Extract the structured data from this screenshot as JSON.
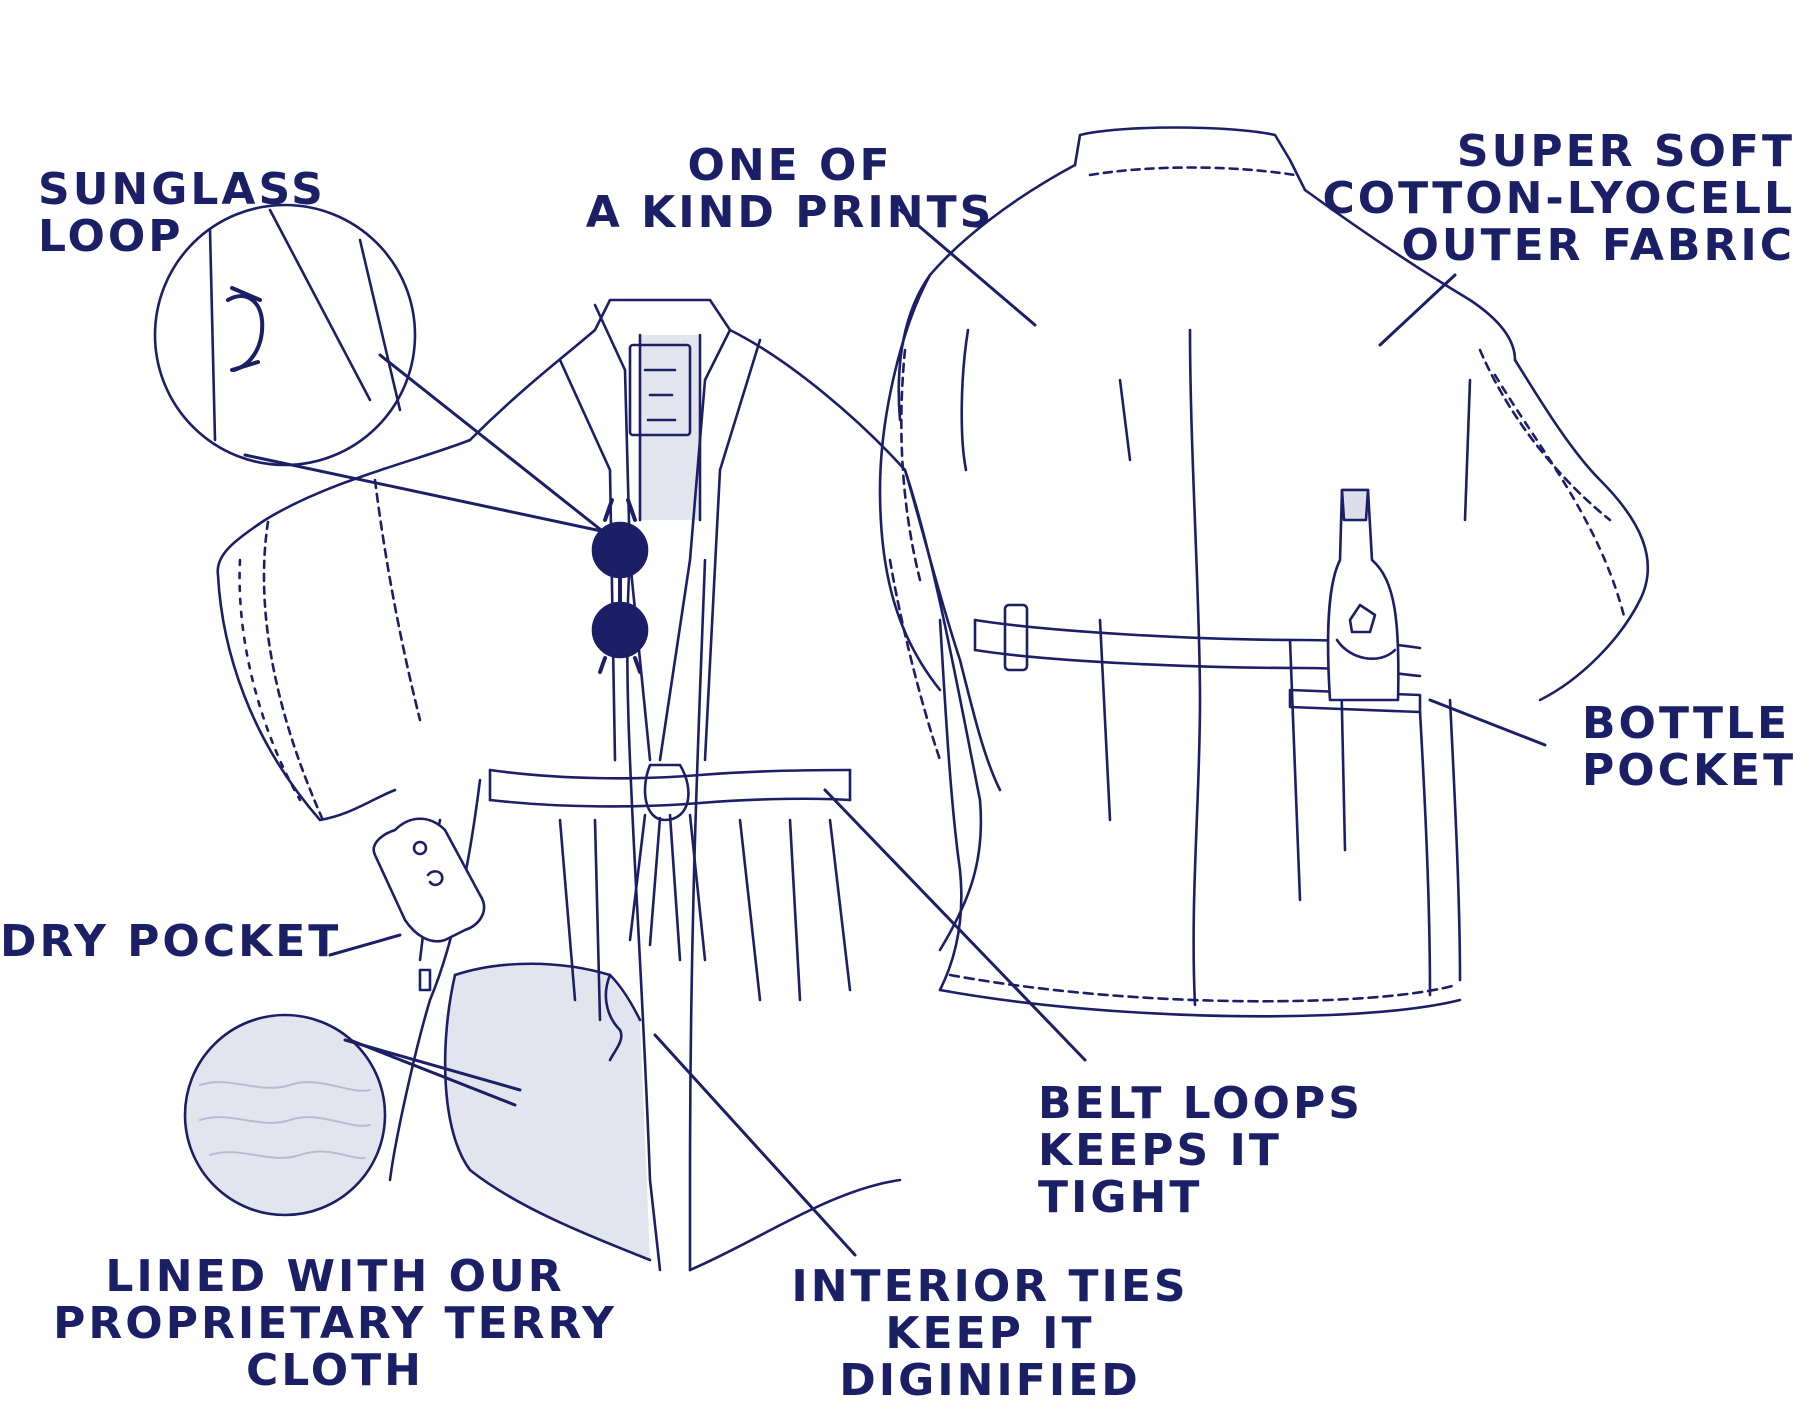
{
  "colors": {
    "ink": "#1b1f66",
    "terry": "#e3e5ee",
    "background": "#ffffff"
  },
  "labels": {
    "sunglass_loop": "SUNGLASS\nLOOP",
    "one_of_a_kind": "ONE OF\nA KIND PRINTS",
    "super_soft": "SUPER SOFT\nCOTTON-LYOCELL\nOUTER FABRIC",
    "bottle_pocket": "BOTTLE\nPOCKET",
    "dry_pocket": "DRY POCKET",
    "belt_loops": "BELT LOOPS\nKEEPS IT\nTIGHT",
    "lined_with": "LINED WITH OUR\nPROPRIETARY TERRY\nCLOTH",
    "interior_ties": "INTERIOR TIES\nKEEP IT\nDIGINIFIED"
  },
  "icons": {
    "sunglasses": "sunglasses-icon",
    "phone": "phone-icon",
    "bottle": "champagne-bottle-icon",
    "tag": "robe-tag-icon"
  }
}
